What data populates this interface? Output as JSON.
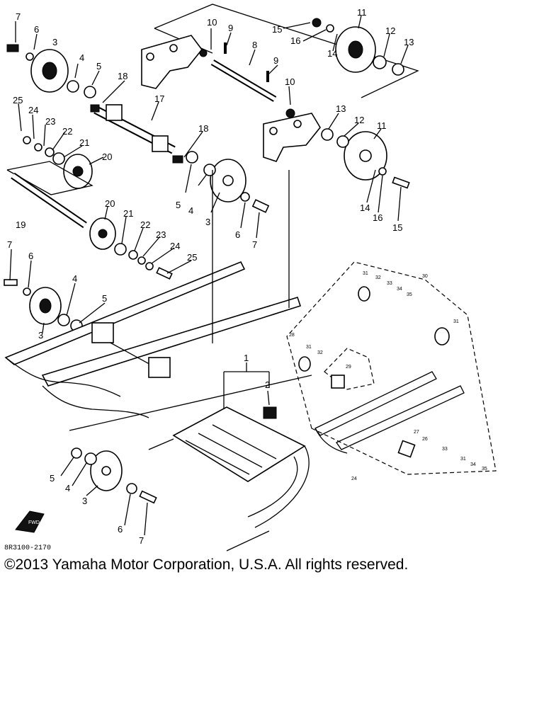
{
  "diagram": {
    "drawing_code": "8R3100-2170",
    "fwd_label": "FWD",
    "callouts": {
      "c1": "1",
      "c2": "2",
      "c3a": "3",
      "c3b": "3",
      "c3c": "3",
      "c3d": "3",
      "c4a": "4",
      "c4b": "4",
      "c4c": "4",
      "c4d": "4",
      "c5a": "5",
      "c5b": "5",
      "c5c": "5",
      "c5d": "5",
      "c6a": "6",
      "c6b": "6",
      "c6c": "6",
      "c6d": "6",
      "c7a": "7",
      "c7b": "7",
      "c7c": "7",
      "c7d": "7",
      "c8": "8",
      "c9a": "9",
      "c9b": "9",
      "c10a": "10",
      "c10b": "10",
      "c11a": "11",
      "c11b": "11",
      "c12a": "12",
      "c12b": "12",
      "c13a": "13",
      "c13b": "13",
      "c14a": "14",
      "c14b": "14",
      "c15a": "15",
      "c15b": "15",
      "c16a": "16",
      "c16b": "16",
      "c17": "17",
      "c18a": "18",
      "c18b": "18",
      "c19": "19",
      "c20a": "20",
      "c20b": "20",
      "c21a": "21",
      "c21b": "21",
      "c22a": "22",
      "c22b": "22",
      "c23a": "23",
      "c23b": "23",
      "c24a": "24",
      "c24b": "24",
      "c25a": "25",
      "c25b": "25",
      "c26": "26",
      "c27": "27",
      "c28": "28",
      "c29": "29",
      "c30": "30",
      "c31a": "31",
      "c31b": "31",
      "c31c": "31",
      "c31d": "31",
      "c32a": "32",
      "c32b": "32",
      "c33a": "33",
      "c33b": "33",
      "c34a": "34",
      "c34b": "34",
      "c35a": "35",
      "c35b": "35"
    }
  },
  "copyright": "©2013 Yamaha Motor Corporation, U.S.A. All rights reserved."
}
